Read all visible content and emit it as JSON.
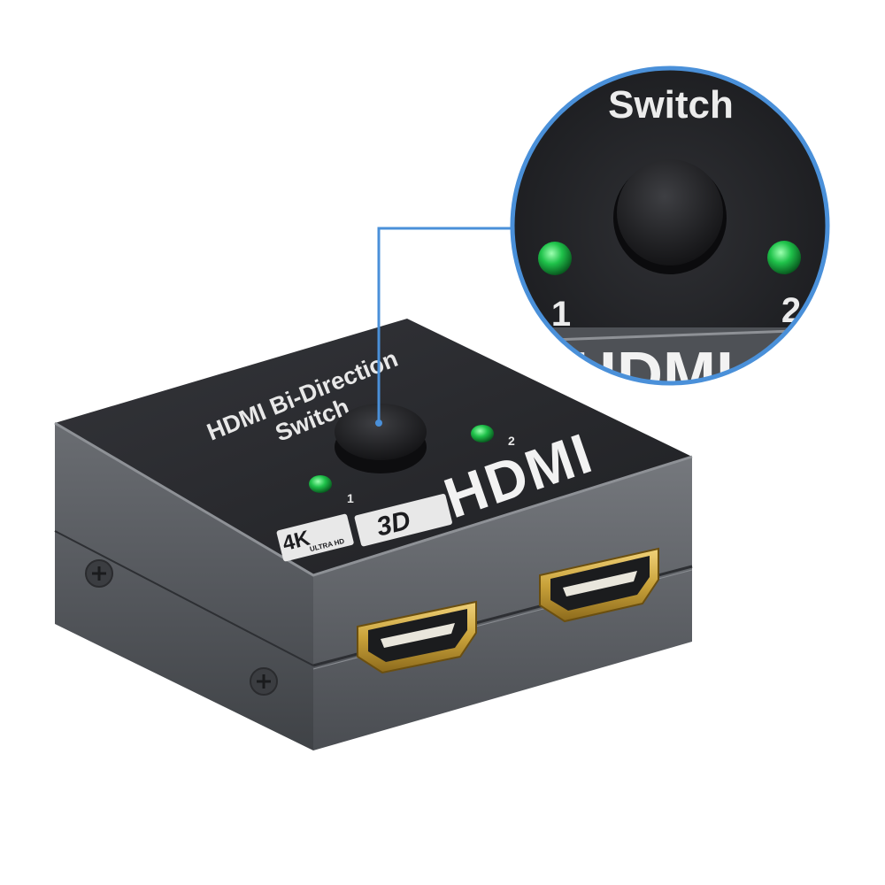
{
  "product": {
    "top_label_line1": "HDMI Bi-Direction",
    "top_label_line2": "Switch",
    "led_1_label": "1",
    "led_2_label": "2",
    "badge_4k": "4K",
    "badge_ultrahd": "ULTRA HD",
    "badge_3d": "3D",
    "brand": "HDMI"
  },
  "callout": {
    "title": "Switch",
    "led_1_label": "1",
    "led_2_label": "2",
    "partial_brand": "HDMI"
  },
  "colors": {
    "callout_ring": "#4a90d9",
    "led_green": "#1fc24a",
    "case_top": "#2a2b2e",
    "case_side": "#5a5d62",
    "port_gold": "#c9a23a"
  }
}
